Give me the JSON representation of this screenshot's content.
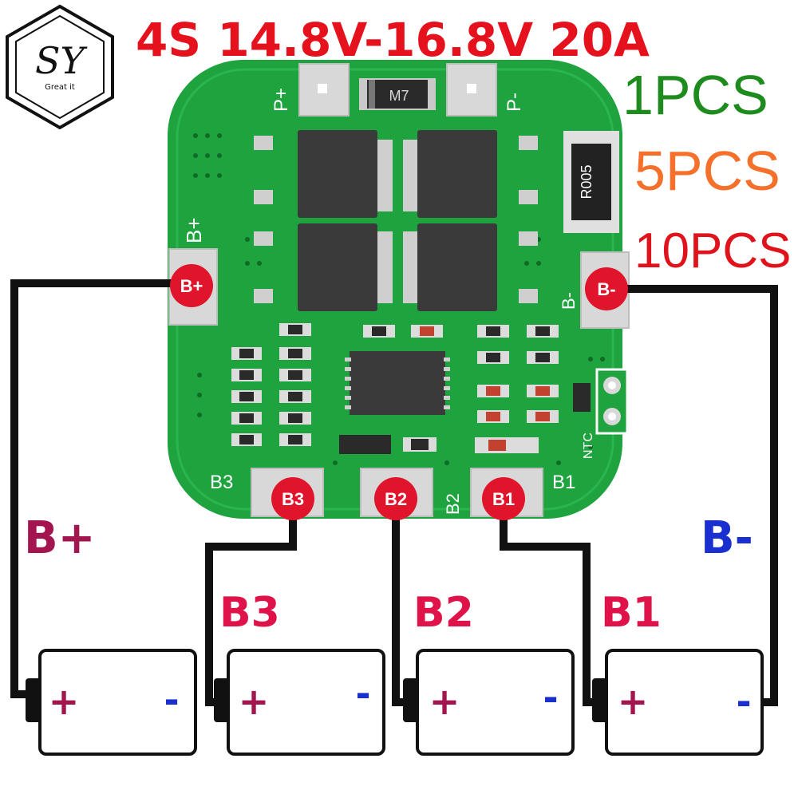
{
  "title": "4S 14.8V-16.8V 20A",
  "logo": {
    "letters": "SY",
    "tagline": "Great it"
  },
  "quantities": [
    {
      "label": "1PCS",
      "color": "#1e8b1e"
    },
    {
      "label": "5PCS",
      "color": "#f5702a"
    },
    {
      "label": "10PCS",
      "color": "#e0121b"
    }
  ],
  "board": {
    "silkscreen": {
      "p_plus": "P+",
      "p_minus": "P-",
      "b_plus": "B+",
      "b_minus": "B-",
      "b3": "B3",
      "b2": "B2",
      "b1": "B1",
      "ntc": "NTC"
    },
    "components": {
      "diode": "M7",
      "shunt": "R005"
    },
    "pads": {
      "b_plus": "B+",
      "b_minus": "B-",
      "b3": "B3",
      "b2": "B2",
      "b1": "B1"
    }
  },
  "wire_labels": {
    "b_plus": "B+",
    "b_minus": "B-",
    "b3": "B3",
    "b2": "B2",
    "b1": "B1"
  },
  "cells": [
    {
      "plus": "+",
      "minus": "-"
    },
    {
      "plus": "+",
      "minus": "-"
    },
    {
      "plus": "+",
      "minus": "-"
    },
    {
      "plus": "+",
      "minus": "-"
    }
  ],
  "colors": {
    "board": "#1ea33f",
    "board_dark": "#15822f",
    "pad_red": "#e0142b",
    "label_maroon": "#a3154f",
    "label_blue": "#1a2fd0",
    "label_pink": "#e0124a",
    "title": "#e5121d"
  }
}
